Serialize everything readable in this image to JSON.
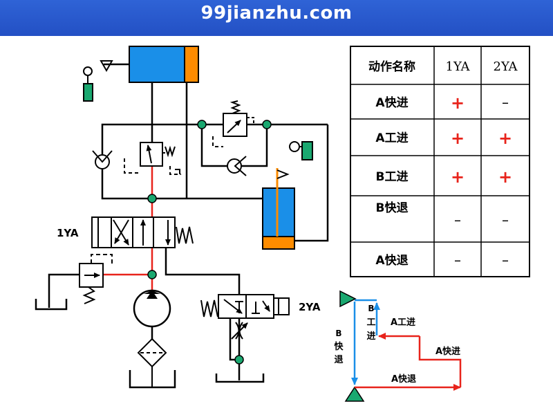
{
  "banner": {
    "site": "99jianzhu.com"
  },
  "labels": {
    "valve1": "1YA",
    "valve2": "2YA"
  },
  "table": {
    "headers": [
      "动作名称",
      "1YA",
      "2YA"
    ],
    "rows": [
      {
        "action": "A快进",
        "ya1": "+",
        "ya2": "–"
      },
      {
        "action": "A工进",
        "ya1": "+",
        "ya2": "+"
      },
      {
        "action": "B工进",
        "ya1": "+",
        "ya2": "+"
      },
      {
        "action": "B快退",
        "ya1": "–",
        "ya2": "–"
      },
      {
        "action": "A快退",
        "ya1": "–",
        "ya2": "–"
      }
    ]
  },
  "sequence": {
    "b_work_chars": [
      "B",
      "工",
      "进"
    ],
    "b_return_chars": [
      "B",
      "快",
      "退"
    ],
    "a_work": "A工进",
    "a_fast_advance": "A快进",
    "a_fast_return": "A快退"
  },
  "colors": {
    "banner": "#2f63d6",
    "cylinder_body": "#1a8fe8",
    "cylinder_port": "#ff8c00",
    "pressure_line": "#e8231b",
    "junction": "#1aa870",
    "sequence_blue": "#1a8fe8",
    "sequence_red": "#e8231b",
    "stop_green": "#1aa870"
  }
}
